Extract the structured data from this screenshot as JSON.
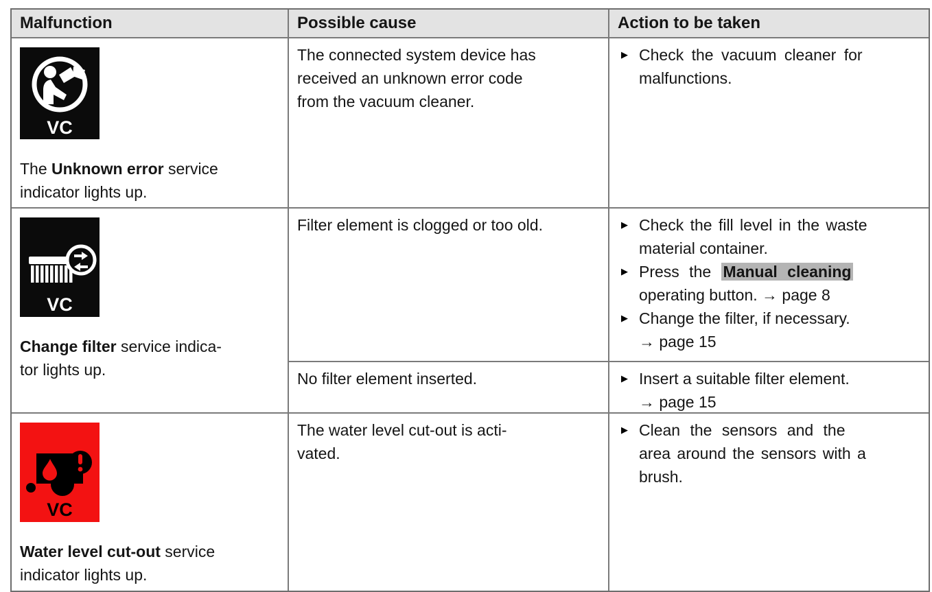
{
  "header": {
    "malfunction": "Malfunction",
    "cause": "Possible cause",
    "action": "Action to be taken"
  },
  "bullet": "▶",
  "vc_label": "VC",
  "colors": {
    "alert_red": "#f31212",
    "highlight_gray": "#b4b4b4",
    "header_gray": "#e3e3e3",
    "icon_black": "#0b0b0b",
    "border_gray": "#7a7a7a"
  },
  "rows": [
    {
      "icon": "read-manual-icon",
      "caption": {
        "line1_pre": "The ",
        "line1_bold": "Unknown error",
        "line1_post": " service",
        "line2": "indicator lights up."
      },
      "cause_lines": [
        "The connected system device has",
        "received an unknown error code",
        "from the vacuum cleaner."
      ],
      "actions": [
        {
          "lines": [
            "Check the vacuum cleaner for",
            "malfunctions."
          ]
        }
      ]
    },
    {
      "icon": "change-filter-icon",
      "caption": {
        "line1_bold": "Change filter",
        "line1_post": " service indica-",
        "line2": "tor lights up."
      },
      "subrows": [
        {
          "cause_lines": [
            "Filter element is clogged or too old."
          ],
          "actions": [
            {
              "lines": [
                "Check the fill level in the waste",
                "material container."
              ]
            },
            {
              "line1_pre": "Press the ",
              "line1_highlight": "Manual cleaning",
              "line2": "operating button. → page 8"
            },
            {
              "lines": [
                "Change the filter, if necessary.",
                "→ page 15"
              ]
            }
          ]
        },
        {
          "cause_lines": [
            "No filter element inserted."
          ],
          "actions": [
            {
              "lines": [
                "Insert a suitable filter element.",
                "→ page 15"
              ]
            }
          ]
        }
      ]
    },
    {
      "icon": "water-level-cutout-icon",
      "caption": {
        "line1_bold": "Water level cut-out",
        "line1_post": " service",
        "line2": "indicator lights up."
      },
      "cause_lines": [
        "The water level cut-out is acti-",
        "vated."
      ],
      "actions": [
        {
          "lines": [
            "Clean the sensors and the",
            "area around the sensors with a",
            "brush."
          ]
        }
      ]
    }
  ]
}
